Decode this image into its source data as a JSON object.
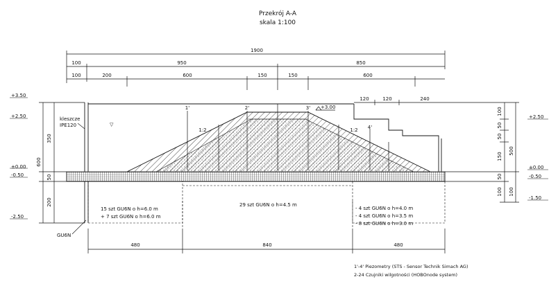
{
  "title": "Przekrój A-A",
  "subtitle": "skala 1:100",
  "top_dims": {
    "total": "1900",
    "row2": [
      "100",
      "950",
      "850"
    ],
    "row3": [
      "100",
      "200",
      "600",
      "150",
      "150",
      "600"
    ],
    "right_small": [
      "120",
      "120",
      "240"
    ]
  },
  "left_dims": {
    "vertical": [
      "350",
      "600",
      "50",
      "200"
    ],
    "levels": [
      "+3.50",
      "+2.50",
      "±0.00",
      "-0.50",
      "-2.50"
    ],
    "beam_label": "kleszcze IPE120",
    "gu_label": "GU6N"
  },
  "right_dims": {
    "vertical": [
      "100",
      "50",
      "50",
      "150",
      "500",
      "50",
      "100",
      "100"
    ],
    "levels": [
      "+2.50",
      "±0.00",
      "-0.50",
      "-1.50"
    ]
  },
  "crest_level": "+3.00",
  "piezometers": [
    "1'",
    "2'",
    "3'",
    "4'"
  ],
  "slopes": [
    "1:2",
    "1:2"
  ],
  "anchors": {
    "left": [
      "15 szt GU6N o h=6.0 m",
      "+ 7 szt GU6N o h=6.0 m"
    ],
    "middle": [
      "29 szt GU6N o h=4.5 m"
    ],
    "right": [
      "- 4 szt GU6N o h=4.0 m",
      "- 4 szt GU6N o h=3.5 m",
      "- 8 szt GU6N o h=3.0 m"
    ]
  },
  "bottom_dims": [
    "480",
    "840",
    "480"
  ],
  "legend": [
    "1'-4' Piezometry (STS - Sensor Technik Simach AG)",
    "2-24 Czujniki wilgotności (HOBOnode system)"
  ]
}
